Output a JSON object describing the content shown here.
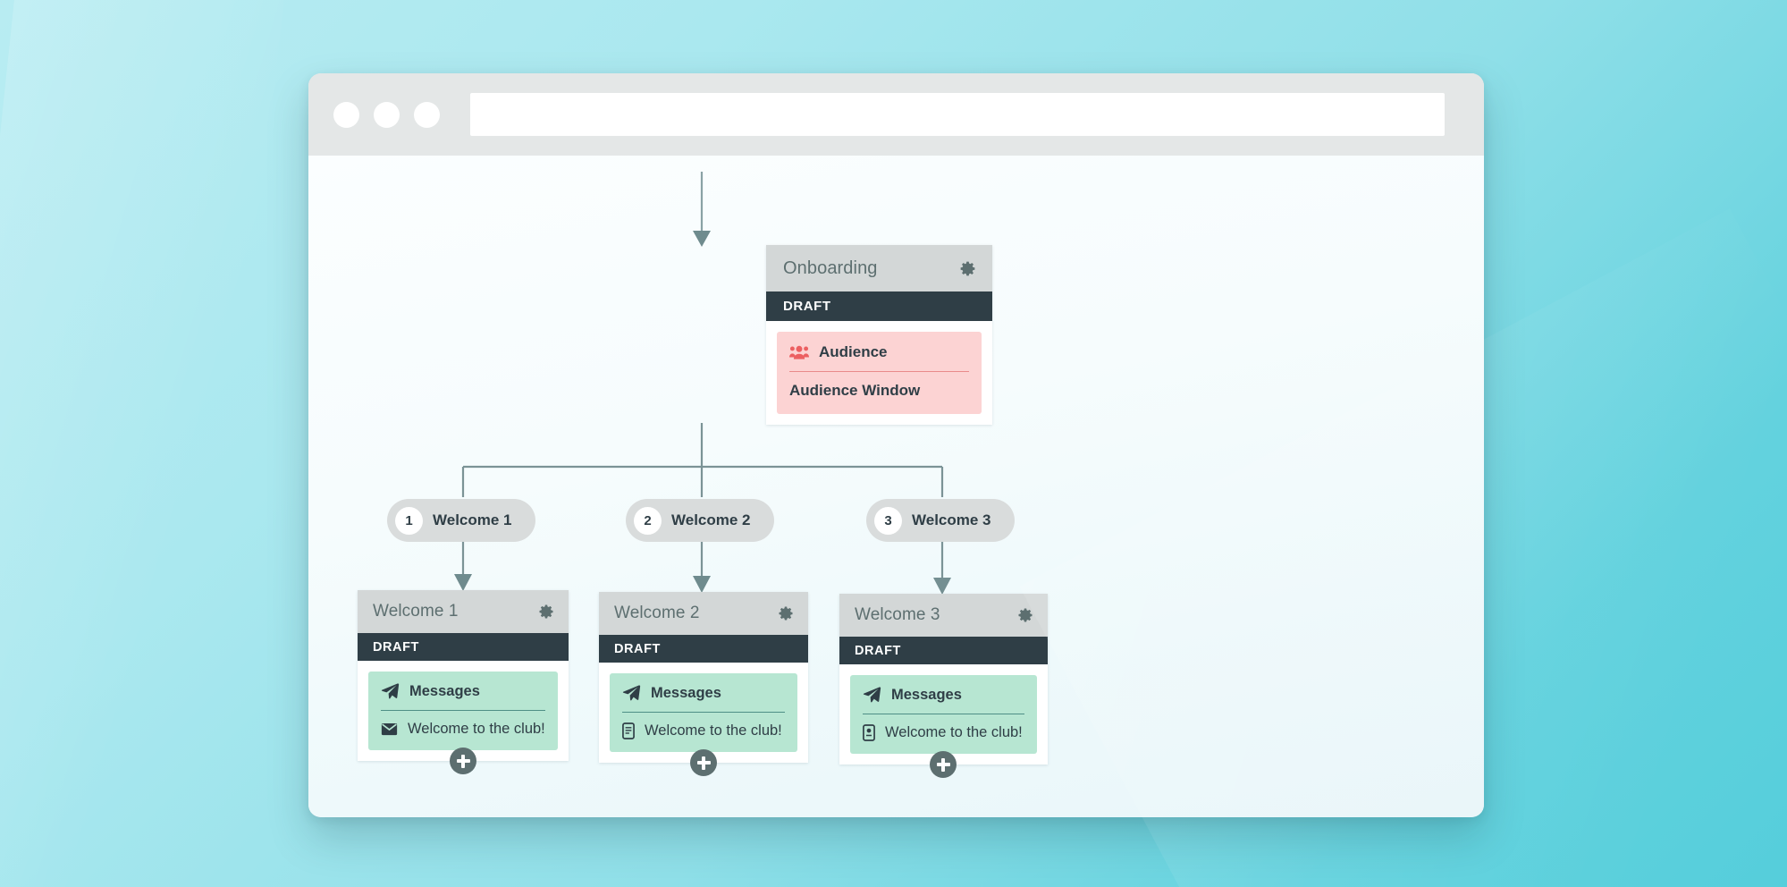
{
  "theme": {
    "background_start": "#b8ecf2",
    "background_end": "#55cedb",
    "canvas": "#f7fcfd",
    "node_header": "#d3d7d7",
    "node_status_bar": "#2f3e46",
    "audience_block": "#fcd3d3",
    "messages_block": "#b7e6d2",
    "connector_line": "#7b9396",
    "pill": "#d9dcdc"
  },
  "browser": {
    "traffic_lights": [
      "close-dot",
      "minimize-dot",
      "maximize-dot"
    ],
    "address_bar_value": "",
    "address_bar_placeholder": ""
  },
  "flow": {
    "root": {
      "title": "Onboarding",
      "status": "DRAFT",
      "settings_icon": "gear-icon",
      "block": {
        "icon": "audience-people-icon",
        "title": "Audience",
        "row_label": "Audience Window"
      }
    },
    "pills": [
      {
        "number": "1",
        "label": "Welcome 1"
      },
      {
        "number": "2",
        "label": "Welcome 2"
      },
      {
        "number": "3",
        "label": "Welcome 3"
      }
    ],
    "cards": [
      {
        "title": "Welcome 1",
        "status": "DRAFT",
        "settings_icon": "gear-icon",
        "block": {
          "icon": "paper-plane-icon",
          "title": "Messages",
          "row_icon": "envelope-icon",
          "row_label": "Welcome to the club!"
        },
        "add_button": "add-step-button"
      },
      {
        "title": "Welcome 2",
        "status": "DRAFT",
        "settings_icon": "gear-icon",
        "block": {
          "icon": "paper-plane-icon",
          "title": "Messages",
          "row_icon": "mobile-sms-icon",
          "row_label": "Welcome to the club!"
        },
        "add_button": "add-step-button"
      },
      {
        "title": "Welcome 3",
        "status": "DRAFT",
        "settings_icon": "gear-icon",
        "block": {
          "icon": "paper-plane-icon",
          "title": "Messages",
          "row_icon": "mobile-push-icon",
          "row_label": "Welcome to the club!"
        },
        "add_button": "add-step-button"
      }
    ]
  }
}
